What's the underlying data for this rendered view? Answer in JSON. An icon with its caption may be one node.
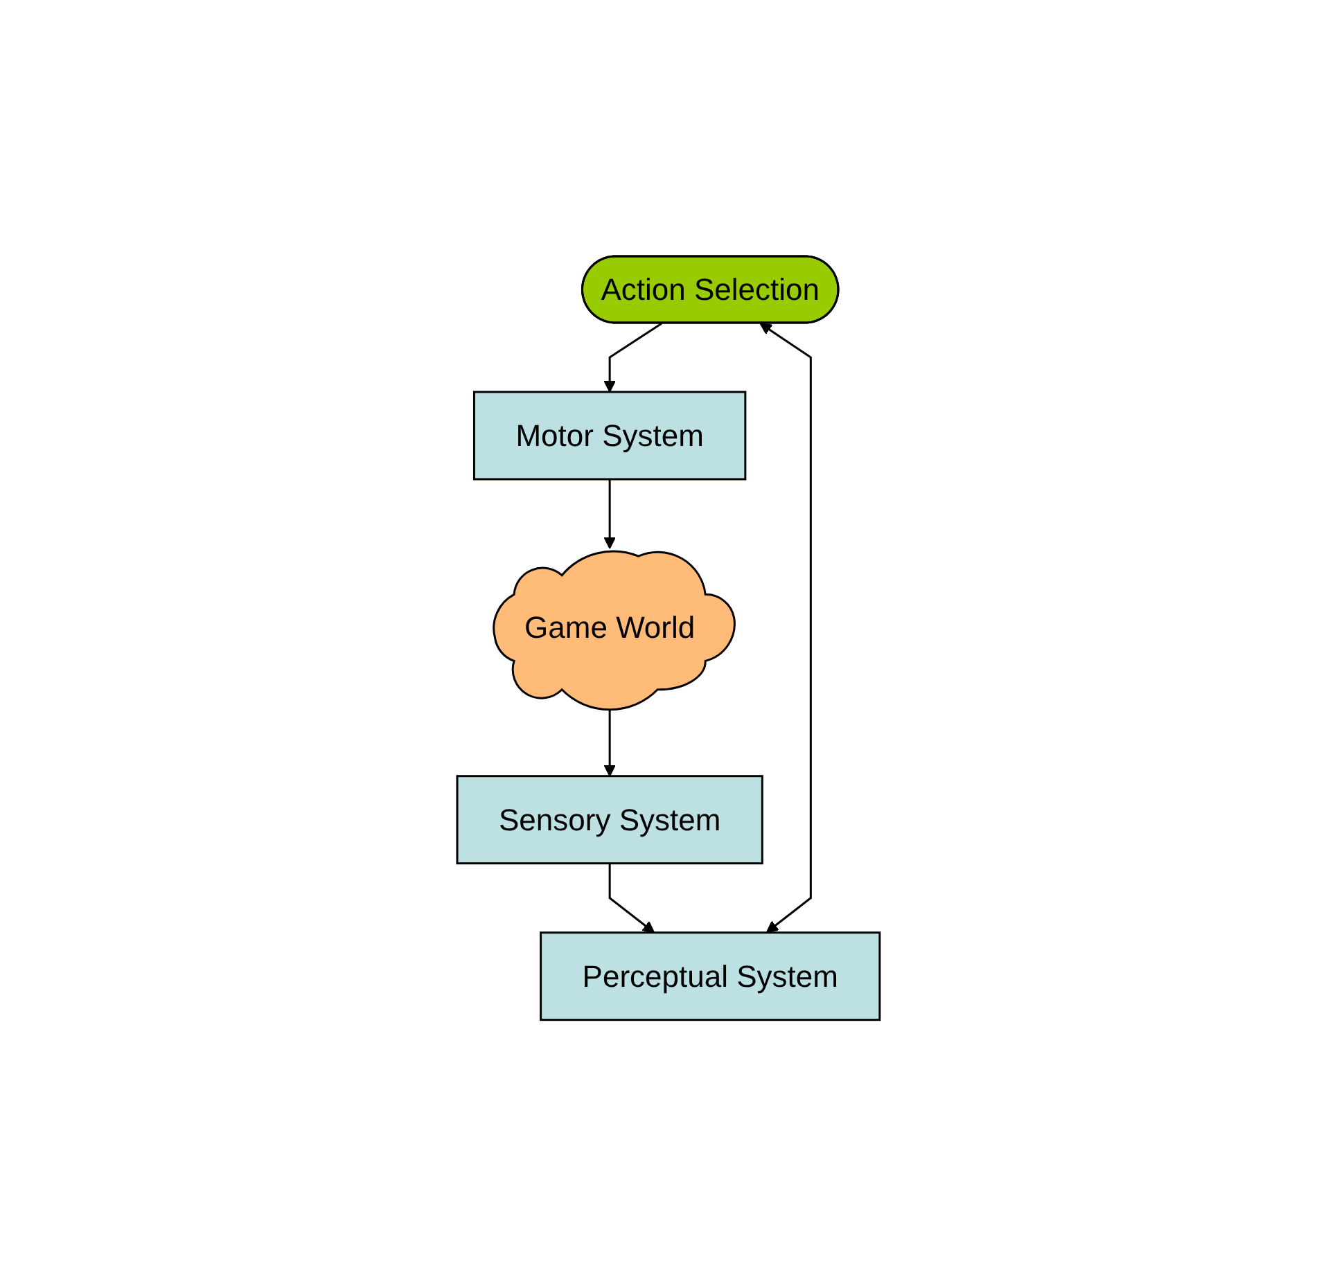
{
  "diagram": {
    "nodes": [
      {
        "text": [
          "Action Selection"
        ]
      },
      {
        "text": [
          "Perceptual System"
        ]
      },
      {
        "text": [
          "Sensory System"
        ]
      },
      {
        "text": [
          "Motor System"
        ]
      },
      {
        "text": [
          "Game World"
        ]
      }
    ],
    "edges": [
      {
        "from": 1,
        "to": 0,
        "arrow": "both"
      },
      {
        "from": 2,
        "to": 1,
        "arrow": "to"
      },
      {
        "from": 0,
        "to": 3,
        "arrow": "to"
      },
      {
        "from": 4,
        "to": 2,
        "arrow": "to"
      },
      {
        "from": 3,
        "to": 4,
        "arrow": "to"
      }
    ]
  }
}
